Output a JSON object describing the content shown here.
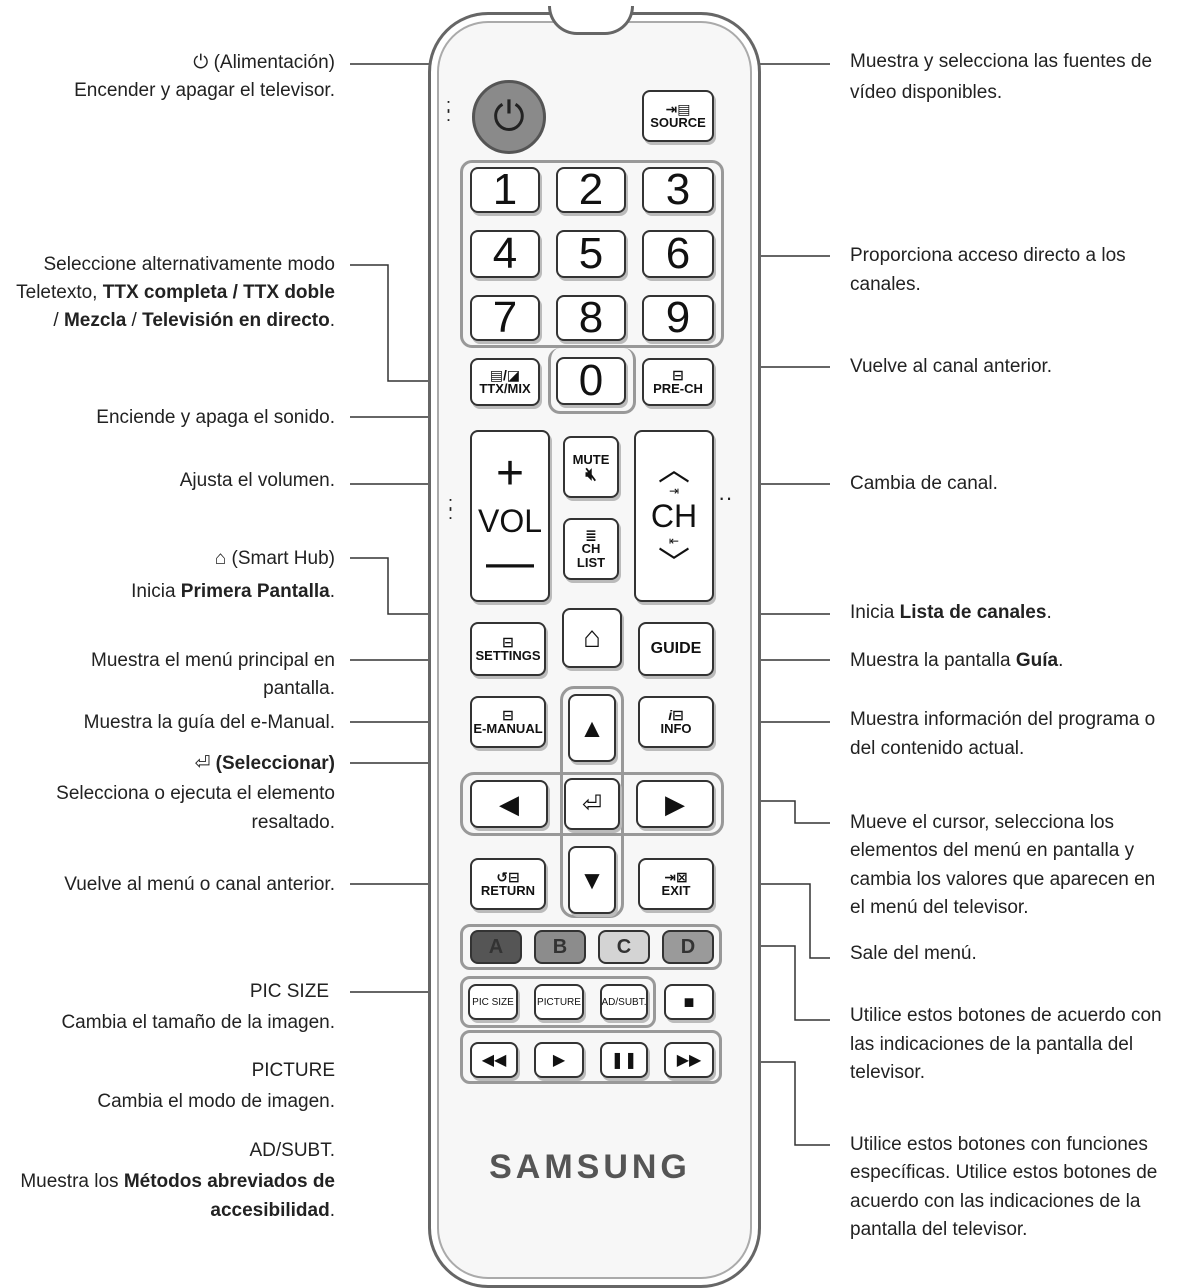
{
  "labels": {
    "power_title": "(Alimentación)",
    "power_desc": "Encender y apagar el televisor.",
    "ttx_1": "Seleccione alternativamente modo",
    "ttx_2a": "Teletexto, ",
    "ttx_2b": "TTX completa / TTX doble",
    "ttx_3a": "/ ",
    "ttx_3b": "Mezcla",
    "ttx_3c": " / ",
    "ttx_3d": "Televisión en directo",
    "ttx_3e": ".",
    "mute_desc": "Enciende y apaga el sonido.",
    "vol_desc": "Ajusta el volumen.",
    "smarthub_title": "(Smart Hub)",
    "smarthub_desc_a": "Inicia ",
    "smarthub_desc_b": "Primera Pantalla",
    "smarthub_desc_c": ".",
    "settings_1": "Muestra el menú principal en",
    "settings_2": "pantalla.",
    "emanual_desc": "Muestra la guía del e-Manual.",
    "select_title": "(Seleccionar)",
    "select_1": "Selecciona o ejecuta el elemento",
    "select_2": "resaltado.",
    "return_desc": "Vuelve al menú o canal anterior.",
    "picsize_title": "PIC SIZE",
    "picsize_desc": "Cambia el tamaño de la imagen.",
    "picture_title": "PICTURE",
    "picture_desc": "Cambia el modo de imagen.",
    "adsubt_title": "AD/SUBT.",
    "adsubt_1a": "Muestra los ",
    "adsubt_1b": "Métodos abreviados de",
    "adsubt_2": "accesibilidad",
    "adsubt_2c": ".",
    "source_1": "Muestra y selecciona las fuentes de",
    "source_2": "vídeo disponibles.",
    "numbers_1": "Proporciona acceso directo a los",
    "numbers_2": "canales.",
    "prech_desc": "Vuelve al canal anterior.",
    "ch_desc": "Cambia de canal.",
    "chlist_a": "Inicia ",
    "chlist_b": "Lista de canales",
    "chlist_c": ".",
    "guide_a": "Muestra la pantalla ",
    "guide_b": "Guía",
    "guide_c": ".",
    "info_1": "Muestra información del programa o",
    "info_2": "del contenido actual.",
    "cursor_1": "Mueve el cursor, selecciona los",
    "cursor_2": "elementos del menú en pantalla y",
    "cursor_3": "cambia los valores que aparecen en",
    "cursor_4": "el menú del televisor.",
    "exit_desc": "Sale del menú.",
    "colors_1": "Utilice estos botones de acuerdo con",
    "colors_2": "las indicaciones de la pantalla del",
    "colors_3": "televisor.",
    "media_1": "Utilice estos botones con funciones",
    "media_2": "específicas. Utilice estos botones de",
    "media_3": "acuerdo con las indicaciones de la",
    "media_4": "pantalla del televisor."
  },
  "remote": {
    "brand": "SAMSUNG",
    "source": "SOURCE",
    "digits": [
      "1",
      "2",
      "3",
      "4",
      "5",
      "6",
      "7",
      "8",
      "9"
    ],
    "zero": "0",
    "ttx": "TTX/MIX",
    "prech": "PRE-CH",
    "mute": "MUTE",
    "vol": "VOL",
    "ch": "CH",
    "chlist_1": "CH",
    "chlist_2": "LIST",
    "settings": "SETTINGS",
    "guide": "GUIDE",
    "emanual": "E-MANUAL",
    "info": "INFO",
    "return": "RETURN",
    "exit": "EXIT",
    "color_a": "A",
    "color_b": "B",
    "color_c": "C",
    "color_d": "D",
    "picsize": "PIC SIZE",
    "picture": "PICTURE",
    "adsubt": "AD/SUBT."
  },
  "colors": {
    "a": "#555555",
    "b": "#8c8c8c",
    "c": "#d4d4d4",
    "d": "#9a9a9a"
  }
}
